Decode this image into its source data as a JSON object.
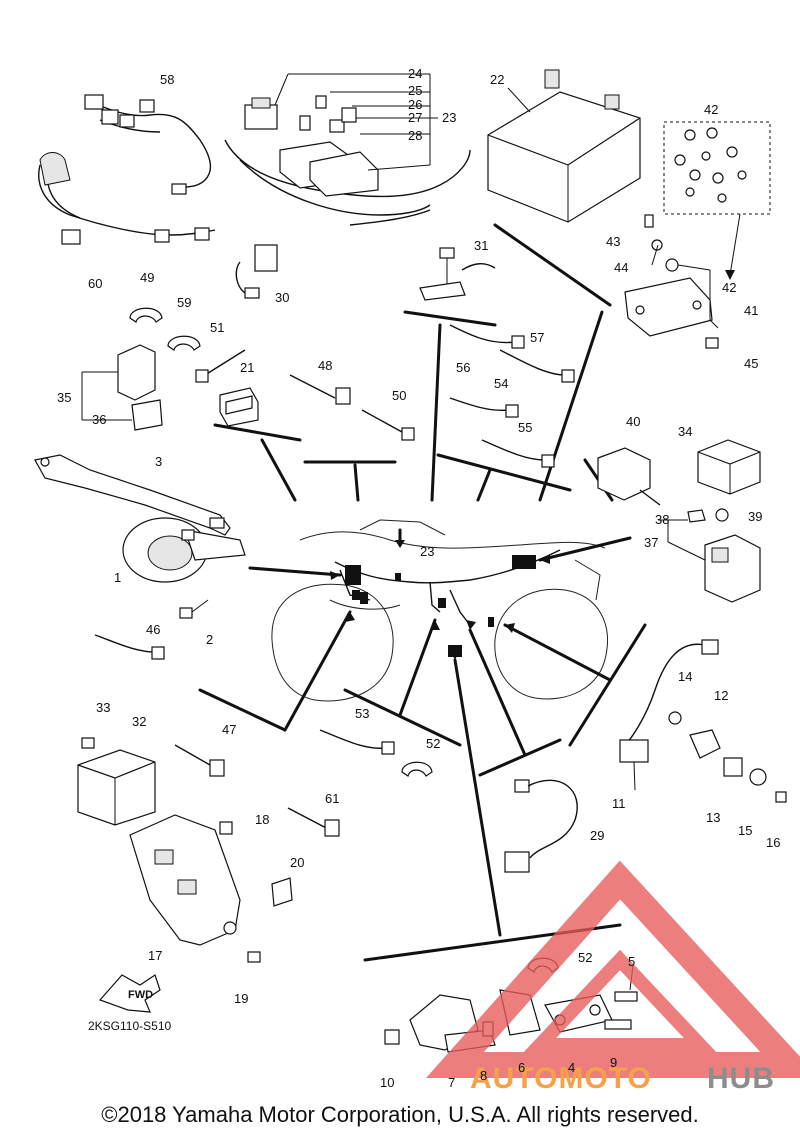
{
  "diagram": {
    "part_labels": [
      "58",
      "24",
      "25",
      "26",
      "27",
      "23",
      "28",
      "22",
      "42",
      "60",
      "30",
      "31",
      "43",
      "44",
      "42",
      "41",
      "45",
      "49",
      "59",
      "51",
      "35",
      "36",
      "21",
      "48",
      "50",
      "56",
      "57",
      "54",
      "55",
      "40",
      "34",
      "3",
      "38",
      "39",
      "37",
      "23",
      "1",
      "2",
      "46",
      "14",
      "12",
      "33",
      "32",
      "47",
      "53",
      "52",
      "11",
      "13",
      "15",
      "16",
      "18",
      "61",
      "29",
      "20",
      "17",
      "19",
      "52",
      "5",
      "10",
      "7",
      "8",
      "6",
      "4",
      "9"
    ],
    "part_code": "2KSG110-S510",
    "fwd_label": "FWD"
  },
  "watermark": {
    "text_orange": "AUTOMOTO",
    "text_gray": "HUB",
    "color_orange": "#f4a14a",
    "color_gray": "#8d8d8d",
    "color_triangle": "#e85a5a"
  },
  "footer": {
    "copyright": "©2018 Yamaha Motor Corporation, U.S.A. All rights reserved."
  }
}
